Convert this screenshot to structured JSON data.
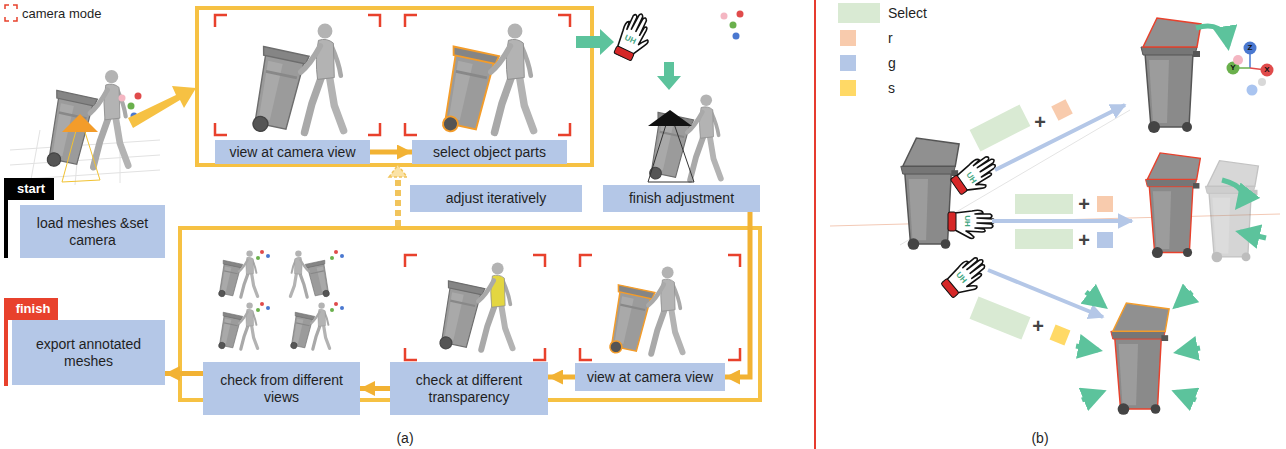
{
  "diagram": {
    "nodes": [
      {
        "text": [
          "start"
        ]
      },
      {
        "text": [
          "load meshes &set camera"
        ]
      },
      {
        "text": [
          "finish"
        ]
      },
      {
        "text": [
          "export annotated meshes"
        ]
      },
      {
        "text": [
          "view at camera view"
        ]
      },
      {
        "text": [
          "select object parts"
        ]
      },
      {
        "text": [
          "adjust iteratively"
        ]
      },
      {
        "text": [
          "finish adjustment"
        ]
      },
      {
        "text": [
          "view at camera view"
        ]
      },
      {
        "text": [
          "check at different transparency"
        ]
      },
      {
        "text": [
          "check from different views"
        ]
      }
    ],
    "edges": [
      {
        "from": 4,
        "to": 5,
        "arrow": "to"
      },
      {
        "from": 7,
        "to": 8,
        "arrow": "to"
      },
      {
        "from": 8,
        "to": 9,
        "arrow": "to"
      },
      {
        "from": 9,
        "to": 10,
        "arrow": "to"
      },
      {
        "from": 10,
        "to": 3,
        "arrow": "to"
      }
    ],
    "labels": [
      "(a)",
      "(b)",
      "+",
      "+",
      "+",
      "+",
      "UH",
      "UH",
      "UH",
      "UH",
      "Z",
      "Y",
      "X"
    ],
    "legend": [
      {
        "text": "camera mode"
      },
      {
        "text": "Select",
        "color": "#d9ead3"
      },
      {
        "text": "r",
        "color": "#f8cbad"
      },
      {
        "text": "g",
        "color": "#b4c7e7"
      },
      {
        "text": "s",
        "color": "#ffd966"
      }
    ]
  }
}
